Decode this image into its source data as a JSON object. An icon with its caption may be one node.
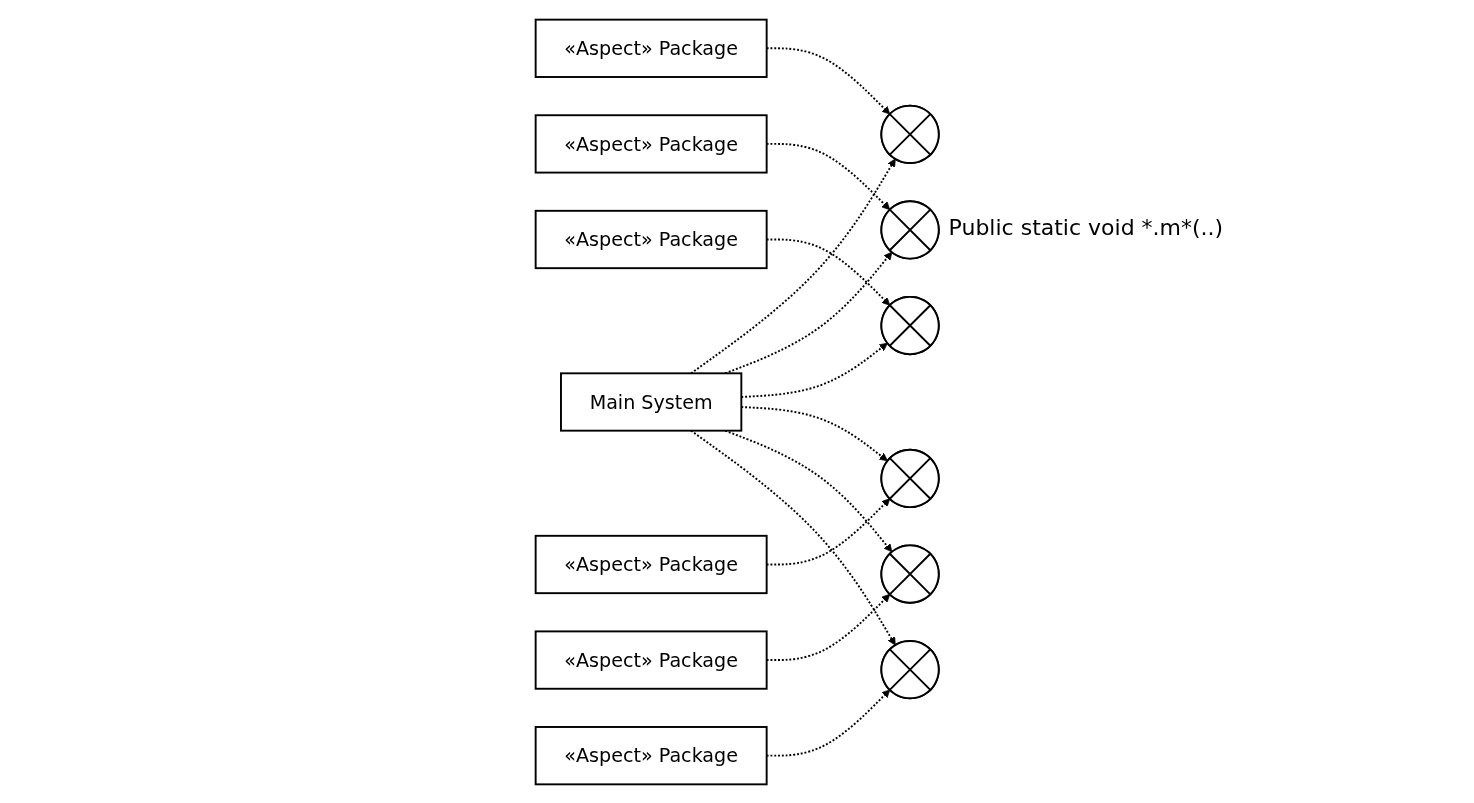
{
  "diagram": {
    "nodes": [
      {
        "text": [
          "«Aspect» Package"
        ]
      },
      {
        "text": [],
        "shape": "circle"
      },
      {
        "text": [],
        "shape": "circle",
        "beside": [
          "Public static void *.m*(..)"
        ]
      },
      {
        "text": [
          "«Aspect» Package"
        ]
      },
      {
        "text": [
          "Main System"
        ]
      },
      {
        "text": [
          "«Aspect» Package"
        ]
      },
      {
        "text": [],
        "shape": "circle"
      },
      {
        "text": [],
        "shape": "circle"
      },
      {
        "text": [
          "«Aspect» Package"
        ]
      },
      {
        "text": [
          "«Aspect» Package"
        ]
      },
      {
        "text": [],
        "shape": "circle"
      },
      {
        "text": [],
        "shape": "circle"
      },
      {
        "text": [
          "«Aspect» Package"
        ]
      }
    ],
    "edges": [
      {
        "from": 0,
        "to": 1,
        "arrow": "to",
        "style": "dashed"
      },
      {
        "from": 4,
        "to": 1,
        "arrow": "to",
        "style": "dashed"
      },
      {
        "from": 3,
        "to": 2,
        "arrow": "to",
        "style": "dashed"
      },
      {
        "from": 4,
        "to": 2,
        "arrow": "to",
        "style": "dashed"
      },
      {
        "from": 5,
        "to": 6,
        "arrow": "to",
        "style": "dashed"
      },
      {
        "from": 4,
        "to": 6,
        "arrow": "to",
        "style": "dashed"
      },
      {
        "from": 8,
        "to": 7,
        "arrow": "to",
        "style": "dashed"
      },
      {
        "from": 4,
        "to": 7,
        "arrow": "to",
        "style": "dashed"
      },
      {
        "from": 9,
        "to": 10,
        "arrow": "to",
        "style": "dashed"
      },
      {
        "from": 4,
        "to": 10,
        "arrow": "to",
        "style": "dashed"
      },
      {
        "from": 12,
        "to": 11,
        "arrow": "to",
        "style": "dashed"
      },
      {
        "from": 4,
        "to": 11,
        "arrow": "to",
        "style": "dashed"
      }
    ]
  }
}
